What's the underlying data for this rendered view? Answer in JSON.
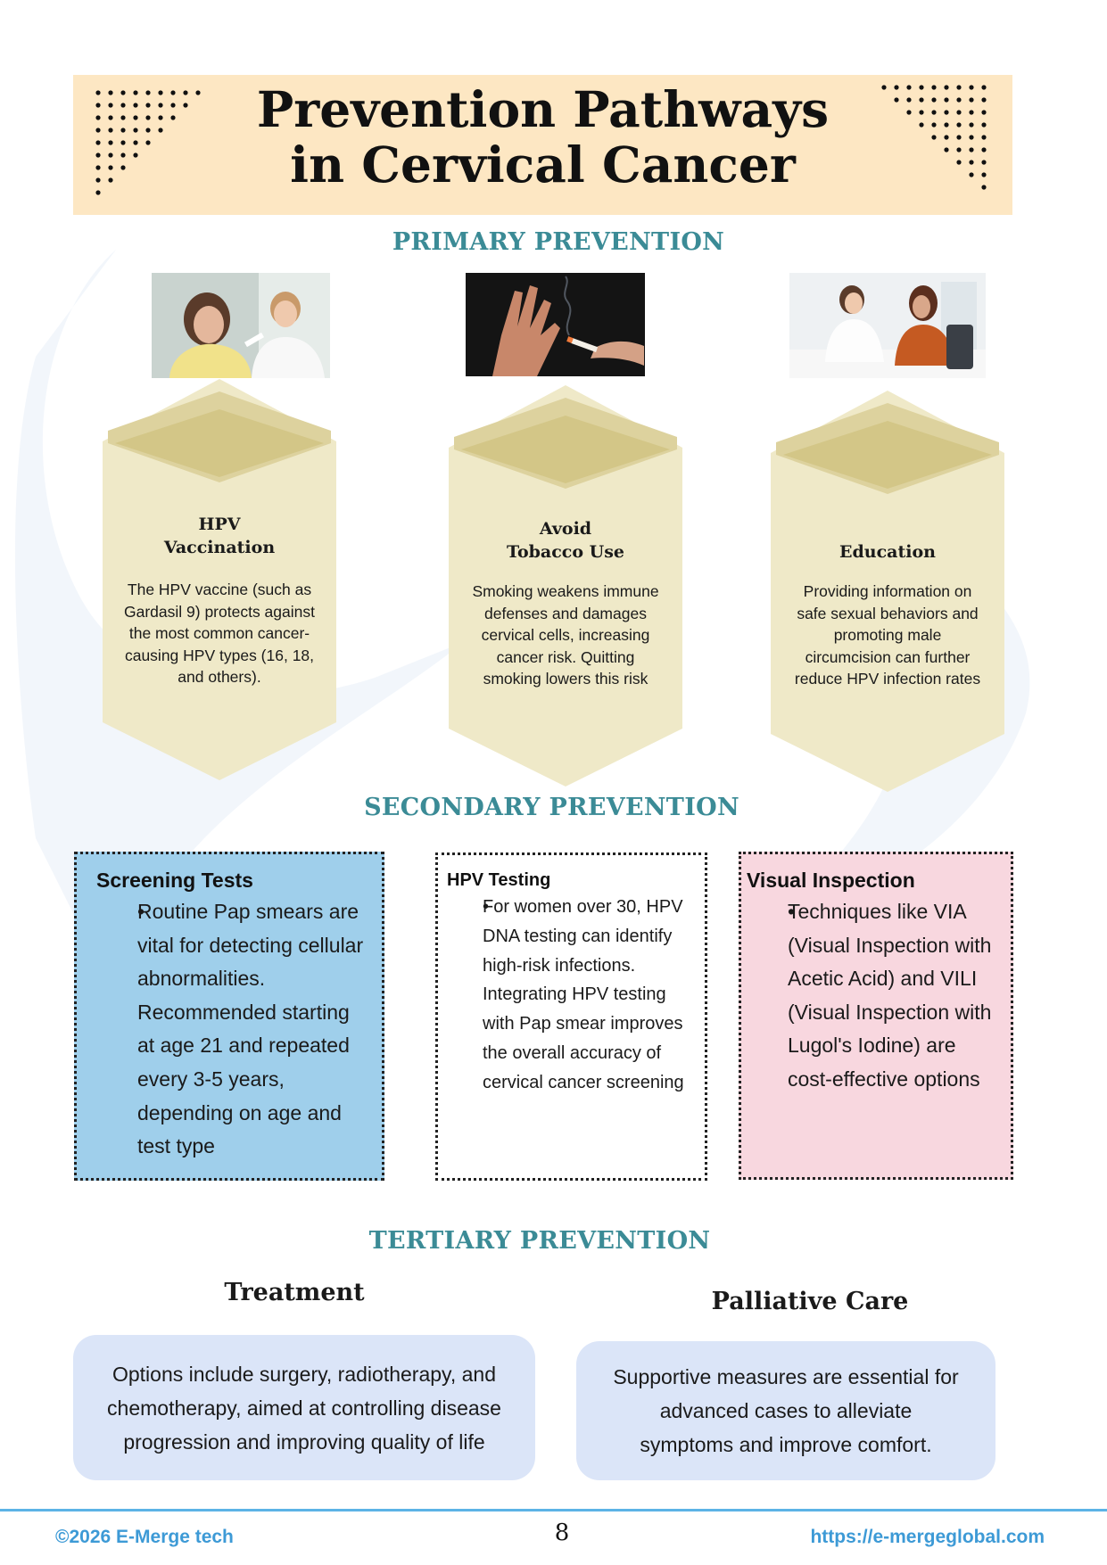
{
  "banner": {
    "title_line1": "Prevention Pathways",
    "title_line2": "in Cervical Cancer",
    "background_color": "#fde7c3"
  },
  "primary": {
    "heading": "PRIMARY PREVENTION",
    "cards": [
      {
        "title_line1": "HPV",
        "title_line2": "Vaccination",
        "body": "The HPV vaccine (such as Gardasil 9) protects against the most common cancer-causing HPV types (16, 18, and others).",
        "photo": "vaccination-photo"
      },
      {
        "title_line1": "Avoid",
        "title_line2": "Tobacco Use",
        "body": "Smoking weakens immune defenses and damages cervical cells, increasing cancer risk. Quitting smoking lowers this risk",
        "photo": "no-smoking-photo"
      },
      {
        "title_line1": "",
        "title_line2": "Education",
        "body": "Providing information on safe sexual behaviors and promoting male circumcision can further reduce HPV infection rates",
        "photo": "consultation-photo"
      }
    ],
    "card_color": "#efe9c8",
    "card_top_color": "#d8cc95"
  },
  "secondary": {
    "heading": "SECONDARY PREVENTION",
    "boxes": [
      {
        "title": "Screening Tests",
        "bullet": "Routine Pap smears are vital for detecting cellular abnormalities. Recommended starting at age 21 and repeated every 3-5 years, depending on age and test type",
        "background": "#9fcfeb"
      },
      {
        "title": "HPV Testing",
        "bullet": "For women over 30, HPV DNA testing can identify high-risk infections. Integrating HPV testing with Pap smear improves the overall accuracy of cervical cancer screening",
        "background": "#ffffff"
      },
      {
        "title": "Visual Inspection",
        "bullet": "Techniques like VIA (Visual Inspection with Acetic Acid) and VILI (Visual Inspection with Lugol's Iodine) are cost-effective options",
        "background": "#f8d7df"
      }
    ]
  },
  "tertiary": {
    "heading": "TERTIARY PREVENTION",
    "items": [
      {
        "title": "Treatment",
        "text": "Options include surgery, radiotherapy, and chemotherapy, aimed at controlling disease progression and improving quality of life"
      },
      {
        "title": "Palliative Care",
        "text": "Supportive measures are essential for advanced cases to alleviate symptoms and improve comfort."
      }
    ],
    "pill_color": "#dbe5f8"
  },
  "footer": {
    "copyright": "©2026 E-Merge tech",
    "page_number": "8",
    "url": "https://e-mergeglobal.com",
    "accent_color": "#3d9ad6"
  }
}
